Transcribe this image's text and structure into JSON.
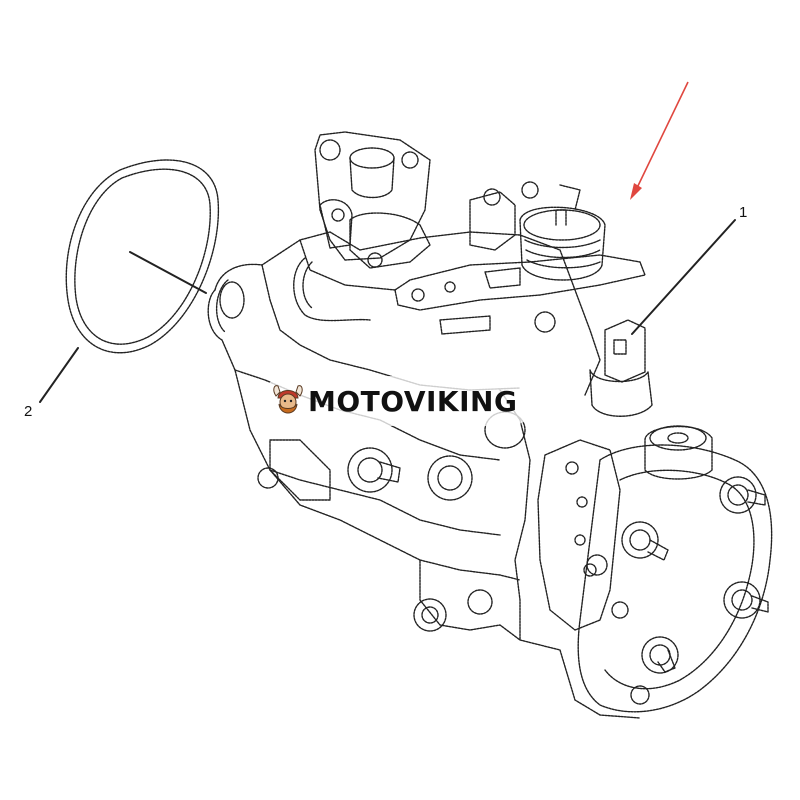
{
  "diagram": {
    "callouts": [
      {
        "id": "1",
        "text": "1",
        "part": "sensor-connector"
      },
      {
        "id": "2",
        "text": "2",
        "part": "o-ring"
      }
    ],
    "arrow_color": "#e0473f",
    "line_color": "#222222"
  },
  "watermark": {
    "text": "MOTOVIKING",
    "logo_icon": "viking-head-icon"
  }
}
